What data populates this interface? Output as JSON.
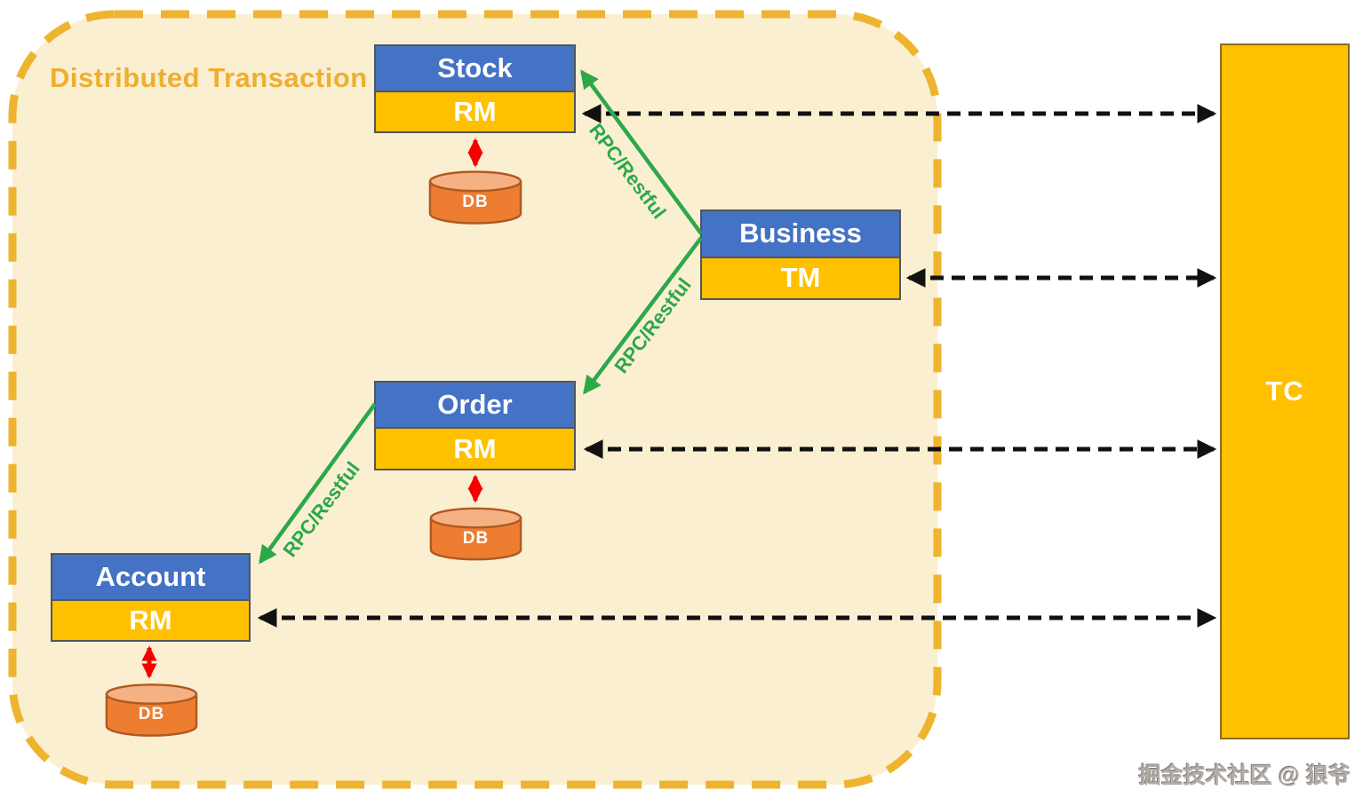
{
  "diagram": {
    "title": "Distributed Transaction",
    "watermark": "掘金技术社区 @ 狼爷",
    "services": [
      {
        "name": "Stock",
        "role": "RM",
        "db_label": "DB"
      },
      {
        "name": "Business",
        "role": "TM"
      },
      {
        "name": "Order",
        "role": "RM",
        "db_label": "DB"
      },
      {
        "name": "Account",
        "role": "RM",
        "db_label": "DB"
      }
    ],
    "coordinator_label": "TC",
    "connection_labels": {
      "business_to_stock": "RPC/Restful",
      "business_to_order": "RPC/Restful",
      "order_to_account": "RPC/Restful"
    },
    "colors": {
      "container_fill": "#FBEFD2",
      "container_border": "#EEB42F",
      "title_text": "#EEAF30",
      "service_header_blue": "#4472C4",
      "role_band_gold": "#FFC000",
      "coordinator_fill": "#FFC000",
      "db_body": "#ED7D31",
      "db_top": "#F5B183",
      "db_stroke": "#AE5A21",
      "rpc_arrow_green": "#2BA84A",
      "db_arrow_red": "#F40000",
      "tc_arrow_black": "#111111"
    }
  }
}
